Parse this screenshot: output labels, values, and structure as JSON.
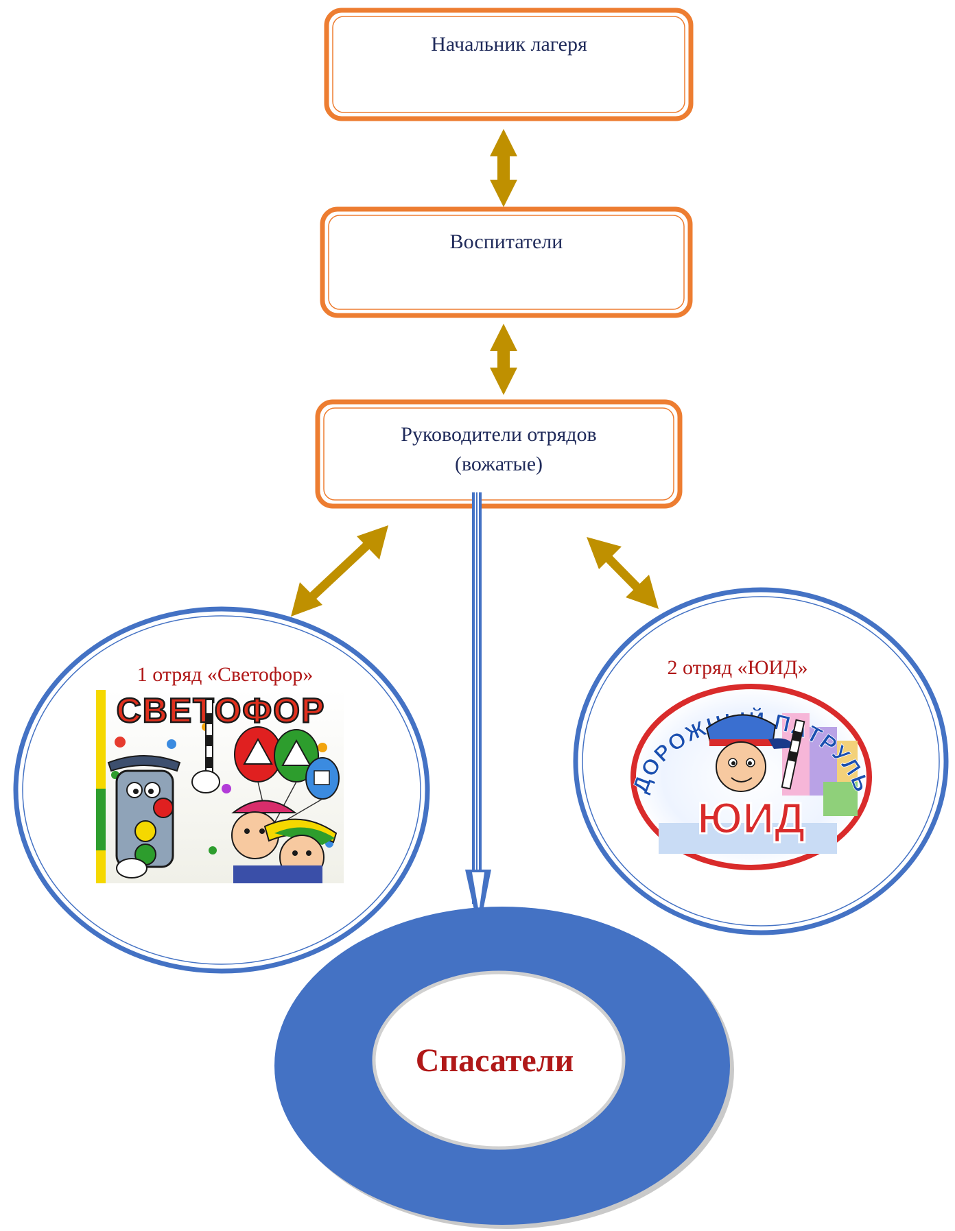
{
  "colors": {
    "box_border": "#ed7d31",
    "arrow_gold": "#bf9000",
    "ellipse_blue": "#4472c4",
    "text_navy": "#1f2a5a",
    "text_red": "#b01818"
  },
  "nodes": {
    "head": {
      "label": "Начальник лагеря"
    },
    "educators": {
      "label": "Воспитатели"
    },
    "leaders": {
      "line1": "Руководители отрядов",
      "line2": "(вожатые)"
    },
    "unit1": {
      "label": "1 отряд «Светофор»",
      "logo_text": "СВЕТОФОР",
      "logo_icon": "traffic-light-character-icon"
    },
    "unit2": {
      "label": "2 отряд «ЮИД»",
      "logo_arc_text": "ДОРОЖНЫЙ ПАТРУЛЬ",
      "logo_text": "ЮИД",
      "logo_icon": "road-patrol-boy-icon"
    },
    "rescuers": {
      "label": "Спасатели"
    }
  }
}
